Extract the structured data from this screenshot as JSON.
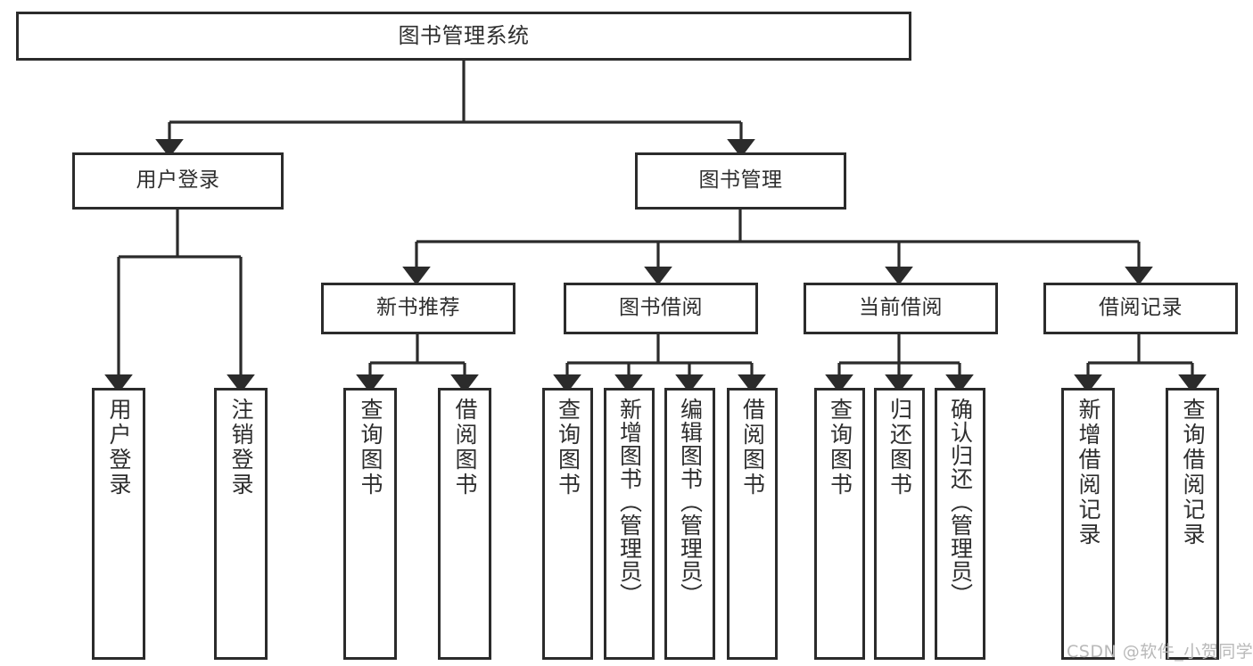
{
  "diagram": {
    "title": "图书管理系统",
    "type": "tree-hierarchy-chart",
    "orientation": "top-down",
    "colors": {
      "background": "#ffffff",
      "box_border": "#2b2b2b",
      "box_fill": "#ffffff",
      "text": "#2e2e2e",
      "edge": "#2b2b2b",
      "watermark": "#b9b9b9"
    }
  },
  "root": {
    "label": "图书管理系统"
  },
  "level2": [
    {
      "label": "用户登录"
    },
    {
      "label": "图书管理"
    }
  ],
  "level3": [
    {
      "label": "新书推荐"
    },
    {
      "label": "图书借阅"
    },
    {
      "label": "当前借阅"
    },
    {
      "label": "借阅记录"
    }
  ],
  "leaves": {
    "user_login": [
      {
        "label": "用户登录"
      },
      {
        "label": "注销登录"
      }
    ],
    "new_book_recommend": [
      {
        "label": "查询图书"
      },
      {
        "label": "借阅图书"
      }
    ],
    "book_borrow": [
      {
        "label": "查询图书"
      },
      {
        "label": "新增图书（管理员）"
      },
      {
        "label": "编辑图书（管理员）"
      },
      {
        "label": "借阅图书"
      }
    ],
    "current_borrow": [
      {
        "label": "查询图书"
      },
      {
        "label": "归还图书"
      },
      {
        "label": "确认归还（管理员）"
      }
    ],
    "borrow_record": [
      {
        "label": "新增借阅记录"
      },
      {
        "label": "查询借阅记录"
      }
    ]
  },
  "watermark": {
    "text": "CSDN @软件_小贺同学"
  }
}
